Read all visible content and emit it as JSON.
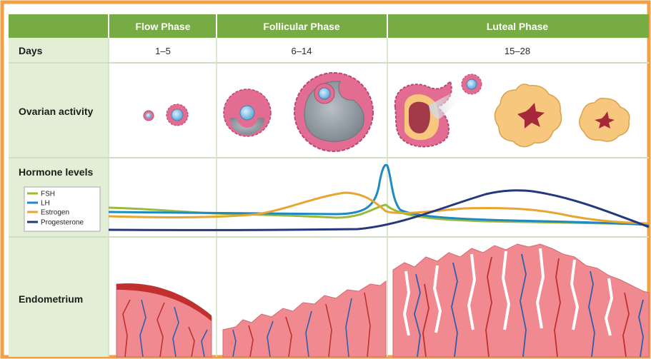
{
  "columns": {
    "flow": "Flow Phase",
    "follicular": "Follicular Phase",
    "luteal": "Luteal Phase"
  },
  "rows": {
    "days": "Days",
    "ovarian": "Ovarian activity",
    "hormone": "Hormone levels",
    "endometrium": "Endometrium"
  },
  "days": {
    "flow": "1–5",
    "follicular": "6–14",
    "luteal": "15–28"
  },
  "legend": [
    {
      "label": "FSH",
      "color": "#9cba3a"
    },
    {
      "label": "LH",
      "color": "#1e8ac4"
    },
    {
      "label": "Estrogen",
      "color": "#e8a531"
    },
    {
      "label": "Progesterone",
      "color": "#25377d"
    }
  ],
  "colors": {
    "frame": "#f2a142",
    "header": "#77ab43",
    "label_bg": "#e2efd6",
    "follicle_pink": "#e36d92",
    "corpus_luteum": "#f6c77d",
    "endometrium": "#f08a90",
    "vein_blue": "#2f5fa8",
    "artery_red": "#c0302f"
  }
}
